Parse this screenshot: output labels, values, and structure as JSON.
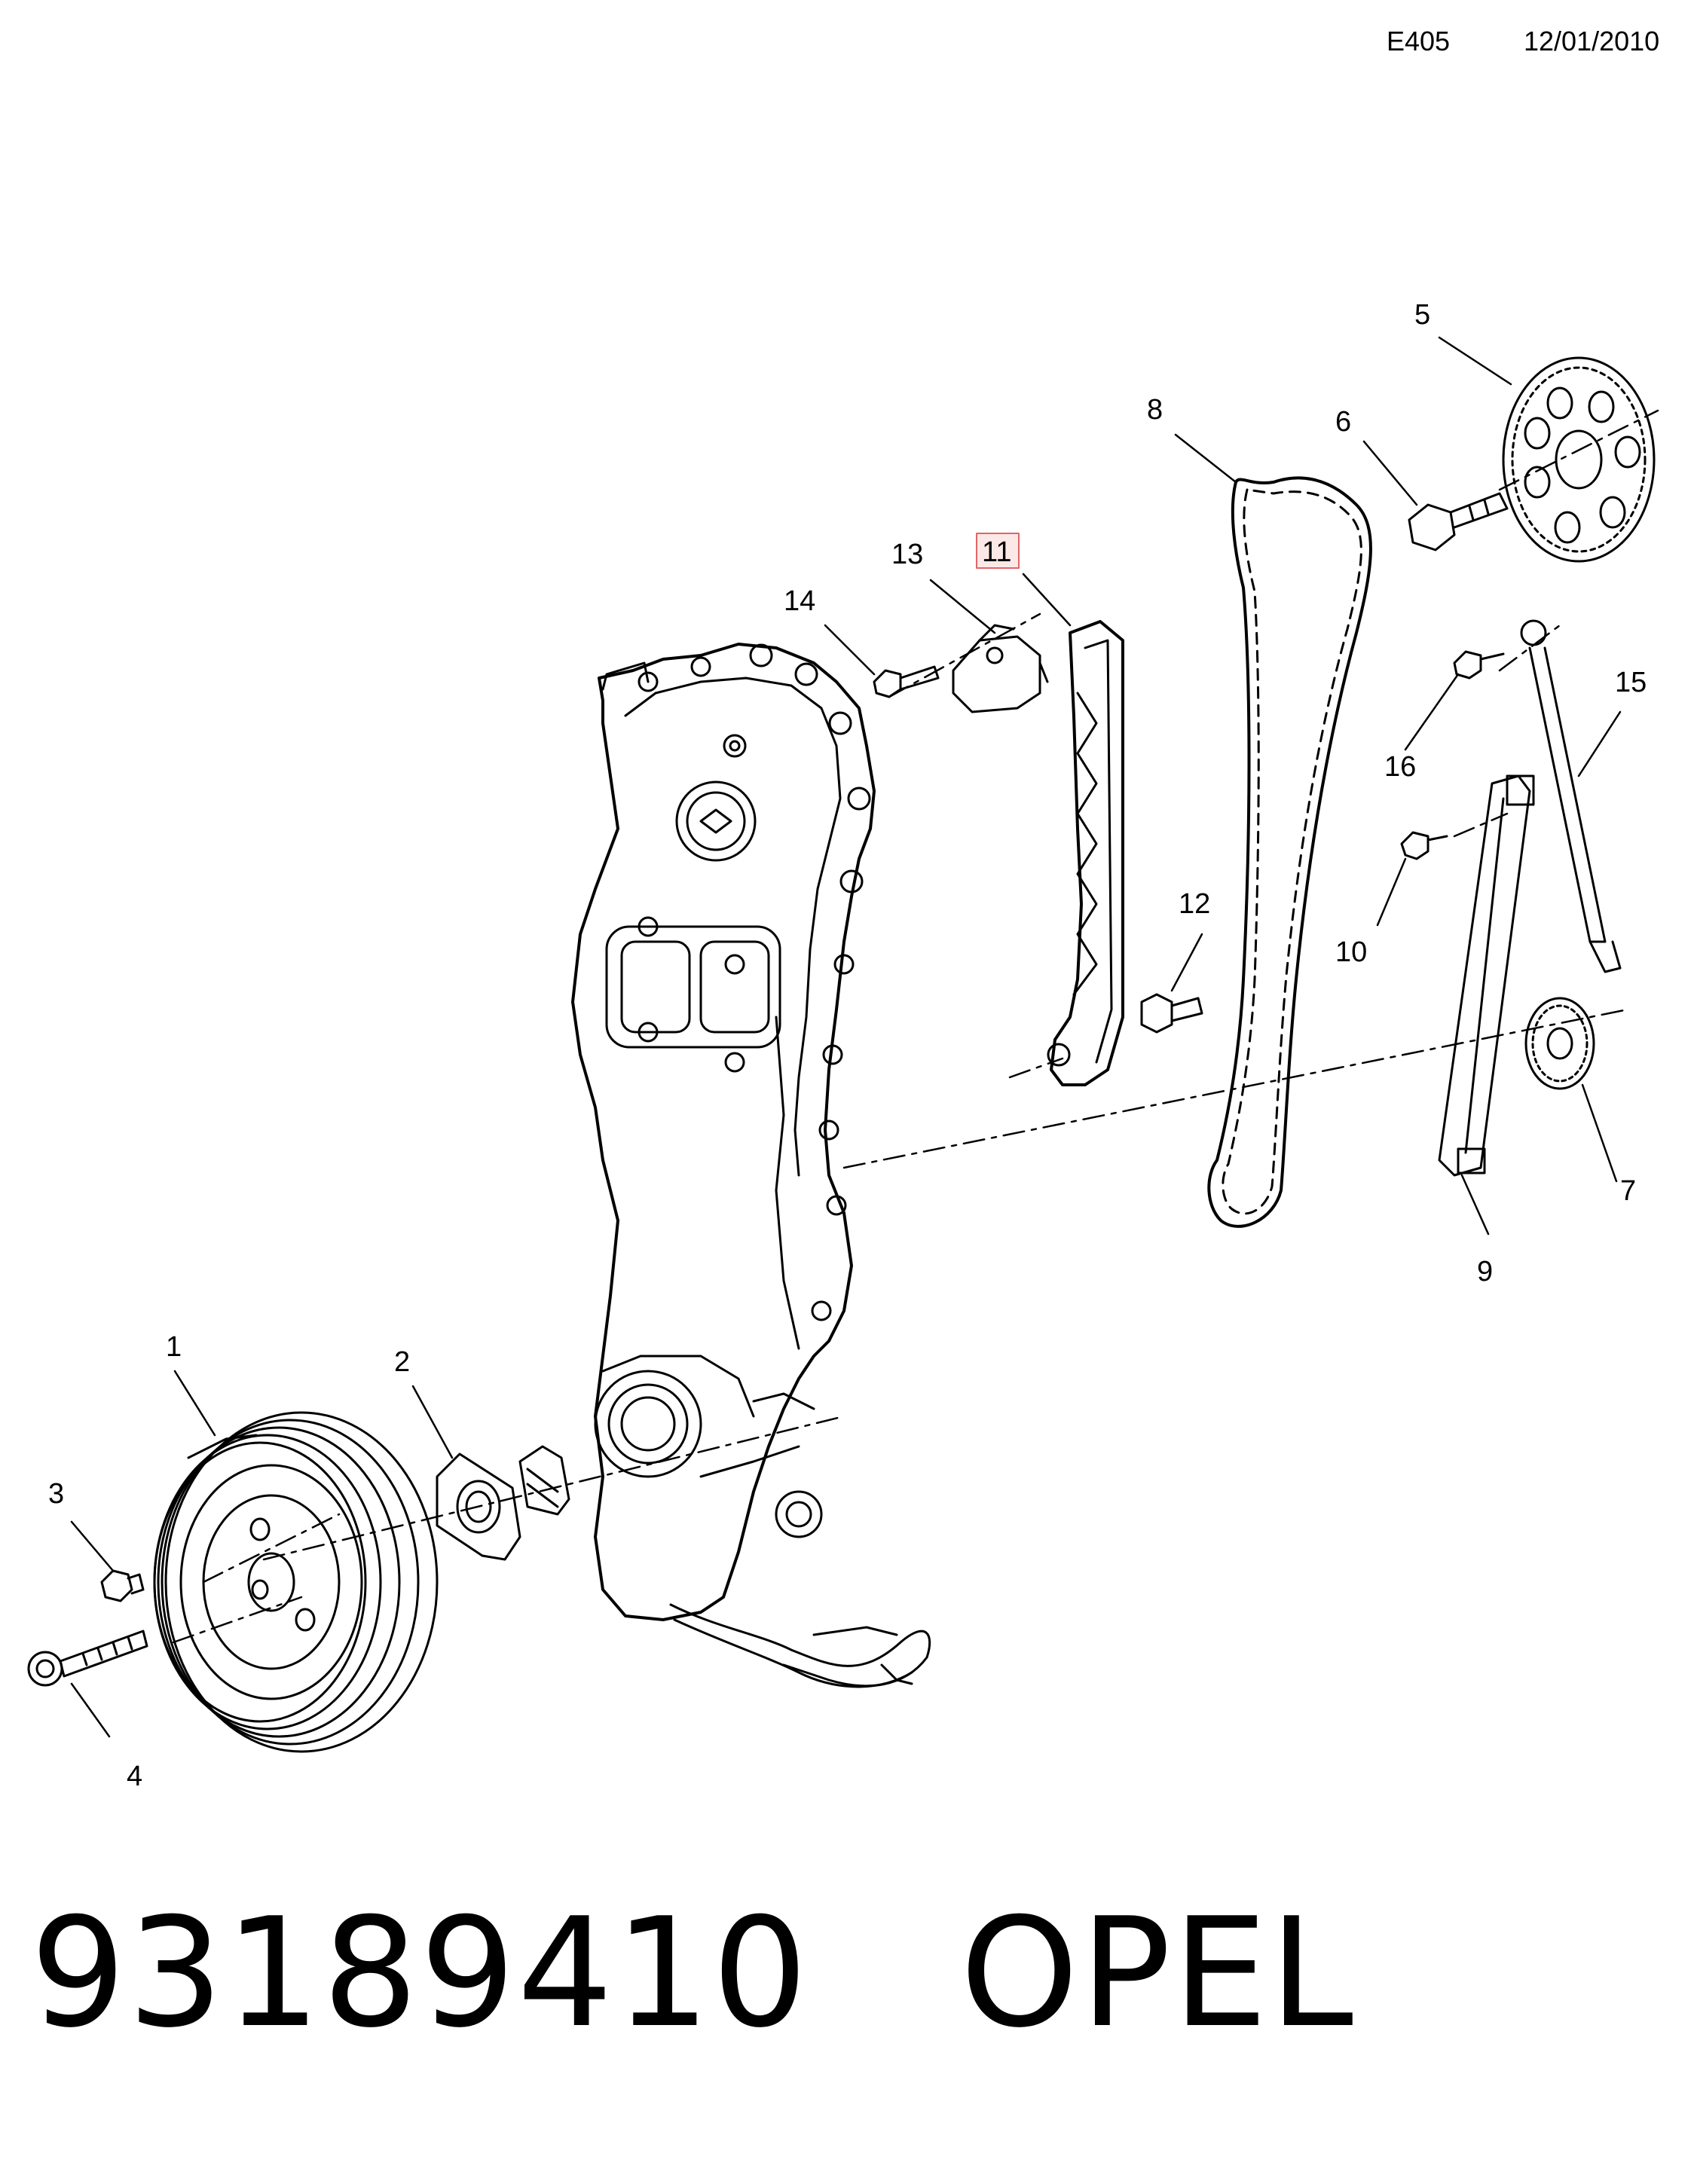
{
  "header": {
    "code": "E405",
    "date": "12/01/2010"
  },
  "callouts": [
    {
      "num": "1"
    },
    {
      "num": "2"
    },
    {
      "num": "3"
    },
    {
      "num": "4"
    },
    {
      "num": "5"
    },
    {
      "num": "6"
    },
    {
      "num": "7"
    },
    {
      "num": "8"
    },
    {
      "num": "9"
    },
    {
      "num": "10"
    },
    {
      "num": "11",
      "highlighted": true
    },
    {
      "num": "12"
    },
    {
      "num": "13"
    },
    {
      "num": "14"
    },
    {
      "num": "15"
    },
    {
      "num": "16"
    }
  ],
  "footer": {
    "part_number": "93189410",
    "brand": "OPEL"
  },
  "colors": {
    "line": "#000000",
    "highlight_border": "#e06666",
    "highlight_fill": "#fde8e8",
    "background": "#ffffff"
  }
}
